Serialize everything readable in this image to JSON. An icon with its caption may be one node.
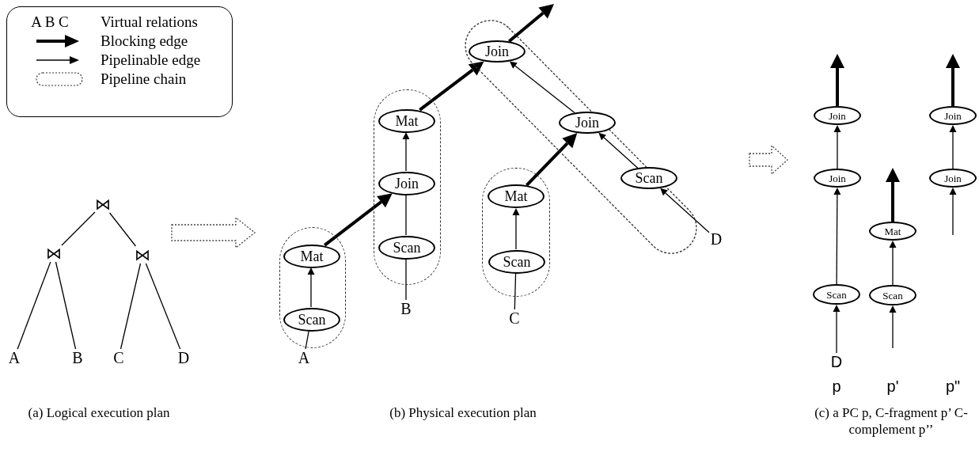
{
  "diagram": {
    "nodes": [
      {
        "text": [
          "⋈"
        ]
      },
      {
        "text": [
          "⋈"
        ]
      },
      {
        "text": [
          "⋈"
        ]
      },
      {
        "text": [
          "A"
        ]
      },
      {
        "text": [
          "B"
        ]
      },
      {
        "text": [
          "C"
        ]
      },
      {
        "text": [
          "D"
        ]
      },
      {
        "text": [],
        "shape": "capsule"
      },
      {
        "text": [
          "Mat"
        ],
        "in": 7
      },
      {
        "text": [
          "Scan"
        ],
        "in": 7
      },
      {
        "text": [
          "A"
        ]
      },
      {
        "text": [],
        "shape": "capsule"
      },
      {
        "text": [
          "Mat"
        ],
        "in": 11
      },
      {
        "text": [
          "Join"
        ],
        "in": 11
      },
      {
        "text": [
          "Scan"
        ],
        "in": 11
      },
      {
        "text": [
          "B"
        ]
      },
      {
        "text": [],
        "shape": "capsule"
      },
      {
        "text": [
          "Mat"
        ]
      },
      {
        "text": [
          "Scan"
        ],
        "in": 16
      },
      {
        "text": [
          "C"
        ]
      },
      {
        "text": [],
        "shape": "capsule"
      },
      {
        "text": [
          "Join"
        ],
        "in": 20
      },
      {
        "text": [
          "Join"
        ],
        "in": 20
      },
      {
        "text": [
          "Scan"
        ],
        "in": 20
      },
      {
        "text": [
          "D"
        ]
      },
      {
        "text": [
          "Join"
        ]
      },
      {
        "text": [
          "Join"
        ]
      },
      {
        "text": [
          "Scan"
        ]
      },
      {
        "text": [
          "D"
        ]
      },
      {
        "text": [
          "Mat"
        ]
      },
      {
        "text": [
          "Scan"
        ]
      },
      {
        "text": [
          "Join"
        ]
      },
      {
        "text": [
          "Join"
        ]
      }
    ],
    "edges": [
      {
        "from": 0,
        "to": 1,
        "arrow": "none"
      },
      {
        "from": 0,
        "to": 2,
        "arrow": "none"
      },
      {
        "from": 1,
        "to": 3,
        "arrow": "none"
      },
      {
        "from": 1,
        "to": 4,
        "arrow": "none"
      },
      {
        "from": 2,
        "to": 5,
        "arrow": "none"
      },
      {
        "from": 2,
        "to": 6,
        "arrow": "none"
      },
      {
        "from": 9,
        "to": 10,
        "arrow": "none"
      },
      {
        "from": 9,
        "to": 8,
        "arrow": "to"
      },
      {
        "from": 8,
        "to": 13,
        "arrow": "to",
        "style": "thick"
      },
      {
        "from": 14,
        "to": 15,
        "arrow": "none"
      },
      {
        "from": 14,
        "to": 13,
        "arrow": "none"
      },
      {
        "from": 13,
        "to": 12,
        "arrow": "to"
      },
      {
        "from": 12,
        "to": 21,
        "arrow": "to",
        "style": "thick"
      },
      {
        "from": 18,
        "to": 19,
        "arrow": "none"
      },
      {
        "from": 18,
        "to": 17,
        "arrow": "to"
      },
      {
        "from": 17,
        "to": 22,
        "arrow": "to",
        "style": "thick"
      },
      {
        "from": 22,
        "to": 21,
        "arrow": "to"
      },
      {
        "from": 23,
        "to": 22,
        "arrow": "to"
      },
      {
        "from": 24,
        "to": 23,
        "arrow": "to"
      },
      {
        "from": 21,
        "to": null,
        "arrow": "to",
        "style": "thick"
      },
      {
        "from": 26,
        "to": 25,
        "arrow": "to"
      },
      {
        "from": 27,
        "to": 26,
        "arrow": "to"
      },
      {
        "from": 28,
        "to": 27,
        "arrow": "to"
      },
      {
        "from": 25,
        "to": null,
        "arrow": "to",
        "style": "thick"
      },
      {
        "from": 30,
        "to": 29,
        "arrow": "to"
      },
      {
        "from": null,
        "to": 30,
        "arrow": "to"
      },
      {
        "from": 29,
        "to": null,
        "arrow": "to",
        "style": "thick"
      },
      {
        "from": 32,
        "to": 31,
        "arrow": "to"
      },
      {
        "from": null,
        "to": 32,
        "arrow": "to"
      },
      {
        "from": 31,
        "to": null,
        "arrow": "to",
        "style": "thick"
      }
    ],
    "labels": [
      "A B C",
      "p",
      "p'",
      "p\"",
      "(a) Logical execution plan",
      "(b) Physical execution plan",
      "(c) a PC p, C-fragment p’ C-complement p’’"
    ],
    "legend": [
      {
        "text": "Virtual relations"
      },
      {
        "text": "Blocking edge"
      },
      {
        "text": "Pipelinable edge"
      },
      {
        "text": "Pipeline chain"
      }
    ]
  }
}
